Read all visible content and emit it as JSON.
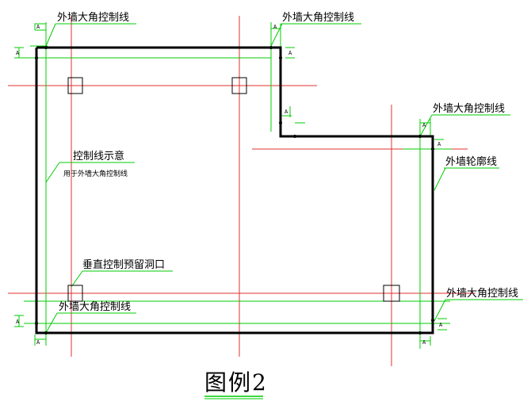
{
  "labels": {
    "corner_top_left": "外墙大角控制线",
    "corner_top_middle": "外墙大角控制线",
    "corner_step_right": "外墙大角控制线",
    "wall_outline": "外墙轮廓线",
    "control_hint": "控制线示意",
    "control_hint_sub": "用于外墙大角控制线",
    "vertical_hole": "垂直控制预留洞口",
    "corner_bottom_left": "外墙大角控制线",
    "corner_bottom_right": "外墙大角控制线"
  },
  "dimension_mark": "A",
  "figure_title": "图例2",
  "colors": {
    "outline": "#000000",
    "red_axis": "#e03030",
    "green_control": "#00cc00",
    "label_underline": "#00cc00"
  }
}
